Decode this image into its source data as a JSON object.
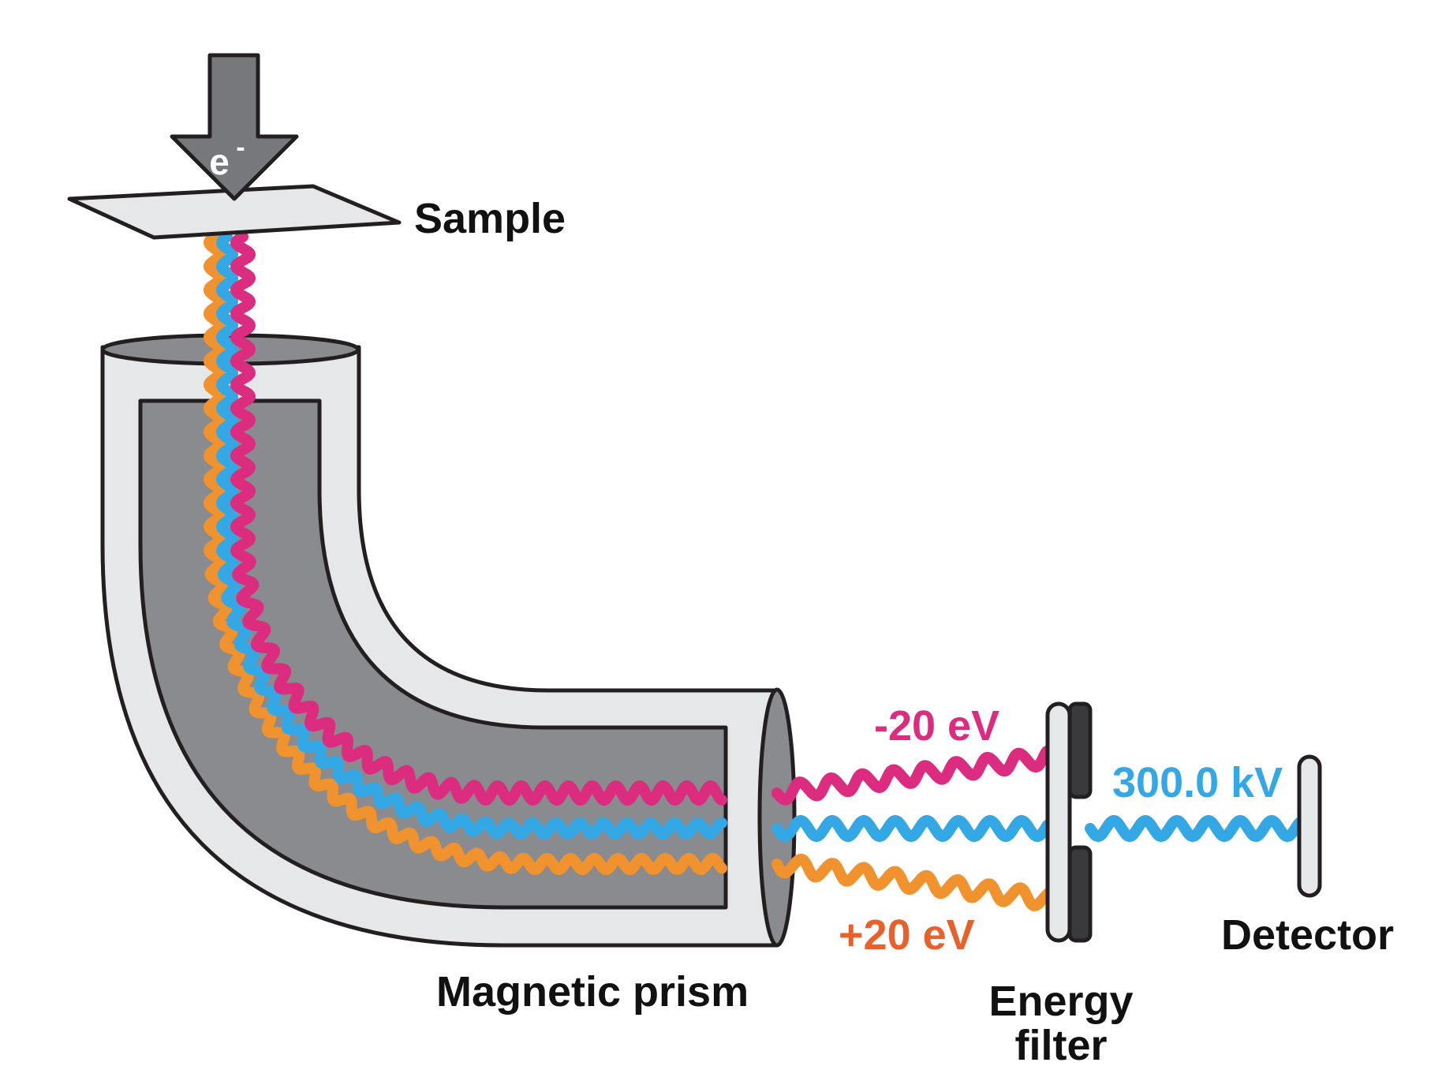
{
  "labels": {
    "electron": "e",
    "electron_charge": "-",
    "sample": "Sample",
    "magnetic_prism": "Magnetic prism",
    "energy_filter_line1": "Energy",
    "energy_filter_line2": "filter",
    "detector": "Detector",
    "minus_beam": "-20 eV",
    "center_beam": "300.0 kV",
    "plus_beam": "+20 eV"
  },
  "colors": {
    "minus_beam": "#dc2c7f",
    "center_beam": "#34a8e4",
    "plus_beam": "#f0922e",
    "plus_label": "#e8602a",
    "prism_outer": "#e6e7e8",
    "prism_inner": "#8a8b8e",
    "arrow": "#77787b",
    "outline": "#231f20"
  }
}
